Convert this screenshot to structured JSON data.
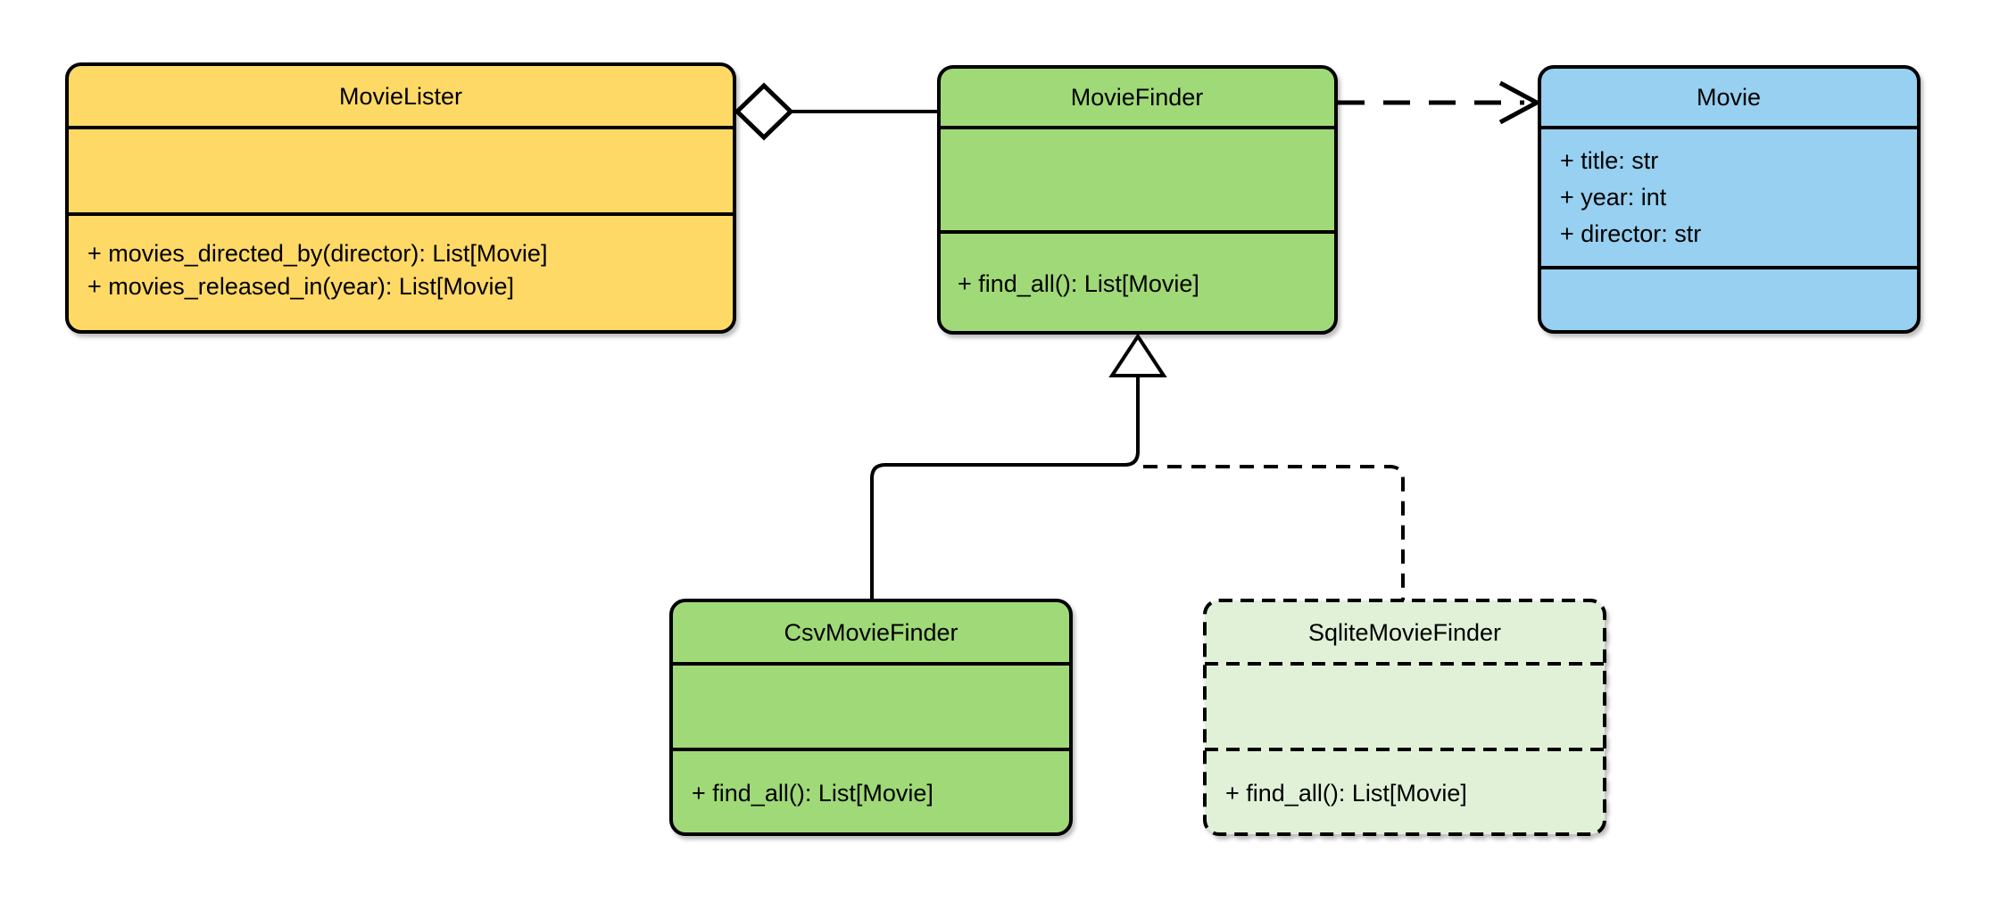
{
  "diagram": {
    "kind": "uml-class-diagram",
    "background_color": "#ffffff",
    "line_color": "#000000",
    "classes": [
      {
        "name": "MovieLister",
        "fill": "#FFD966",
        "border_style": "solid",
        "attributes": [],
        "methods": [
          "+ movies_directed_by(director): List[Movie]",
          "+ movies_released_in(year): List[Movie]"
        ]
      },
      {
        "name": "MovieFinder",
        "fill": "#A0D977",
        "border_style": "solid",
        "attributes": [],
        "methods": [
          "+ find_all(): List[Movie]"
        ]
      },
      {
        "name": "Movie",
        "fill": "#97D0F0",
        "border_style": "solid",
        "attributes": [
          "+ title: str",
          "+ year: int",
          "+ director: str"
        ],
        "methods": []
      },
      {
        "name": "CsvMovieFinder",
        "fill": "#A0D977",
        "border_style": "solid",
        "attributes": [],
        "methods": [
          "+ find_all(): List[Movie]"
        ]
      },
      {
        "name": "SqliteMovieFinder",
        "fill": "#E1F1D8",
        "border_style": "dashed",
        "attributes": [],
        "methods": [
          "+ find_all(): List[Movie]"
        ]
      }
    ],
    "relationships": [
      {
        "type": "aggregation",
        "from": "MovieLister",
        "to": "MovieFinder",
        "line": "solid",
        "marker": "hollow-diamond"
      },
      {
        "type": "dependency",
        "from": "MovieFinder",
        "to": "Movie",
        "line": "dashed",
        "marker": "open-arrow"
      },
      {
        "type": "generalization",
        "from": "CsvMovieFinder",
        "to": "MovieFinder",
        "line": "solid",
        "marker": "hollow-triangle"
      },
      {
        "type": "realization",
        "from": "SqliteMovieFinder",
        "to": "MovieFinder",
        "line": "dashed",
        "marker": "hollow-triangle"
      }
    ]
  }
}
